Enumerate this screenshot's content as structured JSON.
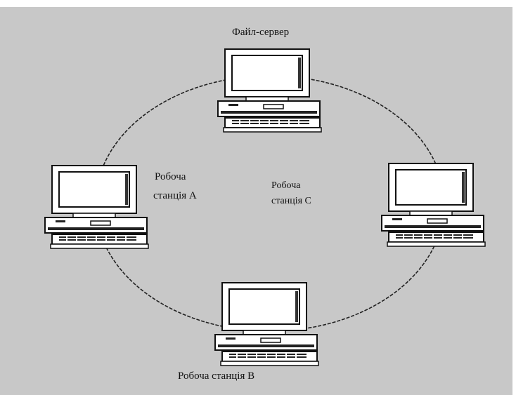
{
  "diagram": {
    "labels": {
      "file_server": "Файл-сервер",
      "station_a_line1": "Робоча",
      "station_a_line2": "станція А",
      "station_c_line1": "Робоча",
      "station_c_line2": "станція С",
      "station_b": "Робоча станція В"
    },
    "colors": {
      "background": "#c8c8c8",
      "frame": "#ffffff",
      "ring": "#222222",
      "computer_outline": "#111111",
      "computer_fill": "#ffffff"
    },
    "icons": [
      "computer-icon"
    ]
  }
}
